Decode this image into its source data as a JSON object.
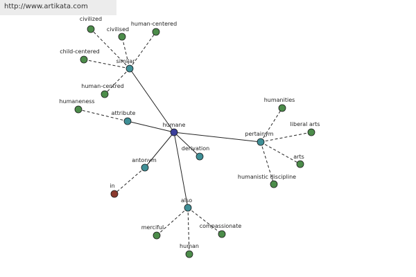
{
  "banner": {
    "url": "http://www.artikata.com"
  },
  "graph": {
    "center": {
      "id": "humane",
      "label": "humane",
      "color": "#3b3f9c"
    },
    "nodes": [
      {
        "id": "similar",
        "label": "similar",
        "color": "#3f8f96"
      },
      {
        "id": "attribute",
        "label": "attribute",
        "color": "#3f8f96"
      },
      {
        "id": "antonym",
        "label": "antonym",
        "color": "#3f8f96"
      },
      {
        "id": "derivation",
        "label": "derivation",
        "color": "#3f8f96"
      },
      {
        "id": "pertainym",
        "label": "pertainym",
        "color": "#3f8f96"
      },
      {
        "id": "also",
        "label": "also",
        "color": "#3f8f96"
      },
      {
        "id": "civilized",
        "label": "civilized",
        "color": "#4c8c4a"
      },
      {
        "id": "civilised",
        "label": "civilised",
        "color": "#4c8c4a"
      },
      {
        "id": "human-centered",
        "label": "human-centered",
        "color": "#4c8c4a"
      },
      {
        "id": "child-centered",
        "label": "child-centered",
        "color": "#4c8c4a"
      },
      {
        "id": "human-centred",
        "label": "human-centred",
        "color": "#4c8c4a"
      },
      {
        "id": "humaneness",
        "label": "humaneness",
        "color": "#4c8c4a"
      },
      {
        "id": "in",
        "label": "in",
        "color": "#8a3a2e"
      },
      {
        "id": "humanities",
        "label": "humanities",
        "color": "#4c8c4a"
      },
      {
        "id": "liberal-arts",
        "label": "liberal arts",
        "color": "#4c8c4a"
      },
      {
        "id": "arts",
        "label": "arts",
        "color": "#4c8c4a"
      },
      {
        "id": "humanistic-discipline",
        "label": "humanistic discipline",
        "color": "#4c8c4a"
      },
      {
        "id": "merciful",
        "label": "merciful",
        "color": "#4c8c4a"
      },
      {
        "id": "compassionate",
        "label": "compassionate",
        "color": "#4c8c4a"
      },
      {
        "id": "human",
        "label": "human",
        "color": "#4c8c4a"
      }
    ],
    "edges": [
      {
        "from": "humane",
        "to": "similar",
        "style": "solid"
      },
      {
        "from": "humane",
        "to": "attribute",
        "style": "solid"
      },
      {
        "from": "humane",
        "to": "antonym",
        "style": "solid"
      },
      {
        "from": "humane",
        "to": "derivation",
        "style": "solid"
      },
      {
        "from": "humane",
        "to": "pertainym",
        "style": "solid"
      },
      {
        "from": "humane",
        "to": "also",
        "style": "solid"
      },
      {
        "from": "similar",
        "to": "civilized",
        "style": "dashed"
      },
      {
        "from": "similar",
        "to": "civilised",
        "style": "dashed"
      },
      {
        "from": "similar",
        "to": "human-centered",
        "style": "dashed"
      },
      {
        "from": "similar",
        "to": "child-centered",
        "style": "dashed"
      },
      {
        "from": "similar",
        "to": "human-centred",
        "style": "dashed"
      },
      {
        "from": "attribute",
        "to": "humaneness",
        "style": "dashed"
      },
      {
        "from": "antonym",
        "to": "in",
        "style": "dashed"
      },
      {
        "from": "pertainym",
        "to": "humanities",
        "style": "dashed"
      },
      {
        "from": "pertainym",
        "to": "liberal-arts",
        "style": "dashed"
      },
      {
        "from": "pertainym",
        "to": "arts",
        "style": "dashed"
      },
      {
        "from": "pertainym",
        "to": "humanistic-discipline",
        "style": "dashed"
      },
      {
        "from": "also",
        "to": "merciful",
        "style": "dashed"
      },
      {
        "from": "also",
        "to": "compassionate",
        "style": "dashed"
      },
      {
        "from": "also",
        "to": "human",
        "style": "dashed"
      }
    ]
  }
}
